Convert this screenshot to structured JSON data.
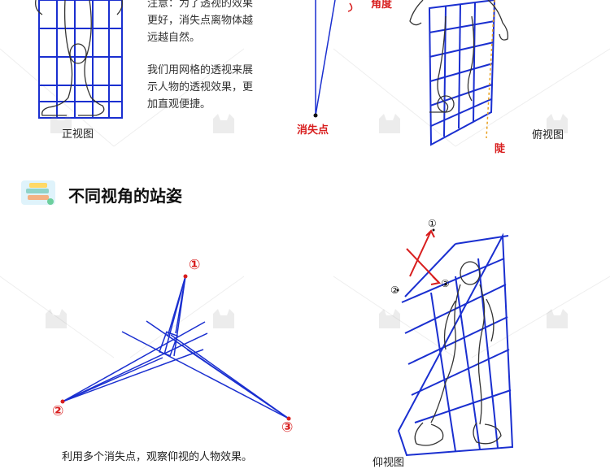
{
  "top": {
    "caption_front": "正视图",
    "note_line1": "注意：为了透视的效果",
    "note_line2": "更好，消失点离物体越",
    "note_line3": "远越自然。",
    "grid_line1": "我们用网格的透视来展",
    "grid_line2": "示人物的透视效果，更",
    "grid_line3": "加直观便捷。",
    "vp_label": "消失点",
    "angle_label": "角度",
    "caption_top_view": "俯视图",
    "steep_label": "陡"
  },
  "section": {
    "title": "不同视角的站姿"
  },
  "bottom": {
    "vp1": "①",
    "vp2": "②",
    "vp3": "③",
    "caption_left": "利用多个消失点，观察仰视的人物效果。",
    "caption_right": "仰视图",
    "r_vp1": "①",
    "r_vp2": "②",
    "r_vp3": "③"
  },
  "colors": {
    "grid_blue": "#1a2fd0",
    "accent_red": "#d81e1e",
    "dash_orange": "#e8a020"
  }
}
